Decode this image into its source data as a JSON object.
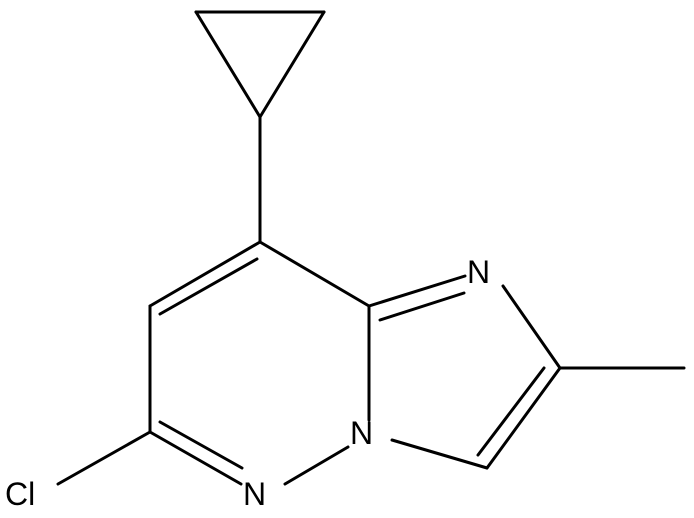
{
  "molecule": {
    "atoms": {
      "cl": "Cl",
      "n_bottom": "N",
      "n_bridge": "N",
      "n_imidazole": "N"
    },
    "line_color": "#000000",
    "background": "#ffffff"
  }
}
